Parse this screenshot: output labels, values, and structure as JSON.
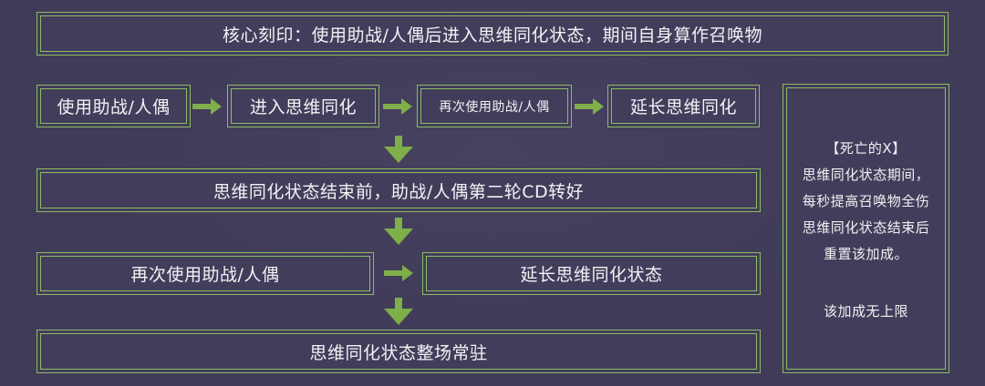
{
  "header": {
    "text": "核心刻印：使用助战/人偶后进入思维同化状态，期间自身算作召唤物"
  },
  "flow_row1": {
    "step1": "使用助战/人偶",
    "step2": "进入思维同化",
    "step3": "再次使用助战/人偶",
    "step4": "延长思维同化"
  },
  "flow_row2": {
    "text": "思维同化状态结束前，助战/人偶第二轮CD转好"
  },
  "flow_row3": {
    "left": "再次使用助战/人偶",
    "right": "延长思维同化状态"
  },
  "flow_row4": {
    "text": "思维同化状态整场常驻"
  },
  "side_panel": {
    "title": "【死亡的X】",
    "line1": "思维同化状态期间，",
    "line2": "每秒提高召唤物全伤",
    "line3": "思维同化状态结束后",
    "line4": "重置该加成。",
    "note": "该加成无上限"
  },
  "colors": {
    "background": "#403b59",
    "border": "#8dbb62",
    "arrow": "#7fae4a",
    "text": "#f2f2f4"
  },
  "icons": {
    "right_arrow": "arrow-right-icon",
    "down_arrow": "arrow-down-icon"
  }
}
